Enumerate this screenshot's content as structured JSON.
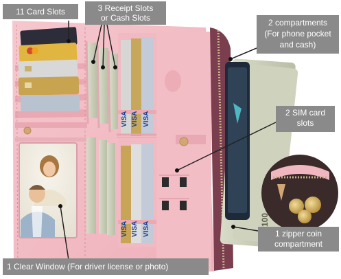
{
  "labels": {
    "card_slots": "11 Card Slots",
    "receipt_slots_line1": "3 Receipt Slots",
    "receipt_slots_line2": "or Cash Slots",
    "compartments_line1": "2 compartments",
    "compartments_line2": "(For phone pocket",
    "compartments_line3": "and cash)",
    "sim_line1": "2 SIM card",
    "sim_line2": "slots",
    "coin_line1": "1 zipper coin",
    "coin_line2": "compartment",
    "clear_window": "1 Clear Window (For driver license or photo)"
  },
  "card_text": {
    "visa": "VISA",
    "hundred": "100"
  },
  "colors": {
    "wallet_pink": "#f3bcc4",
    "wallet_shadow": "#e3a2ad",
    "label_gray": "#8a8a8a",
    "money_green": "#c9cdb8",
    "card_gold": "#c9a24a",
    "visa_blue": "#1a3f8f"
  }
}
